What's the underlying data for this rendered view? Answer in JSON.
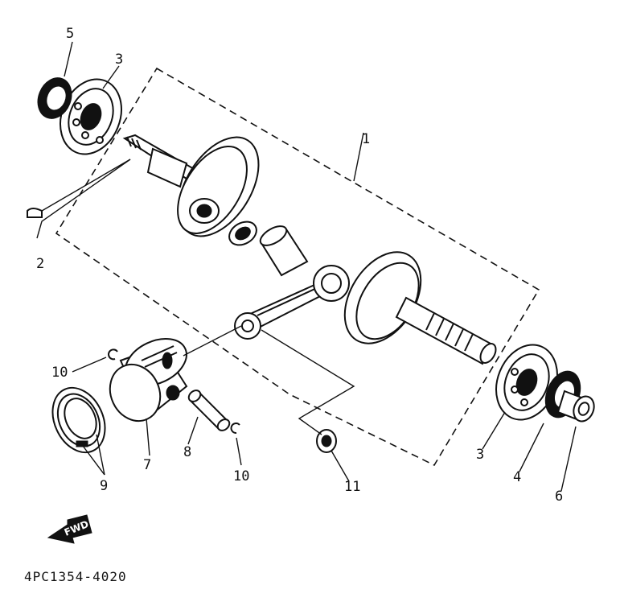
{
  "diagram": {
    "part_code": "4PC1354-4020",
    "fwd_label": "FWD",
    "callouts": [
      {
        "id": "c1",
        "text": "1"
      },
      {
        "id": "c2",
        "text": "2"
      },
      {
        "id": "c3a",
        "text": "3"
      },
      {
        "id": "c3b",
        "text": "3"
      },
      {
        "id": "c4",
        "text": "4"
      },
      {
        "id": "c5",
        "text": "5"
      },
      {
        "id": "c6",
        "text": "6"
      },
      {
        "id": "c7",
        "text": "7"
      },
      {
        "id": "c8",
        "text": "8"
      },
      {
        "id": "c9",
        "text": "9"
      },
      {
        "id": "c10a",
        "text": "10"
      },
      {
        "id": "c10b",
        "text": "10"
      },
      {
        "id": "c11",
        "text": "11"
      }
    ]
  },
  "colors": {
    "ink": "#111111",
    "paper": "#ffffff"
  }
}
